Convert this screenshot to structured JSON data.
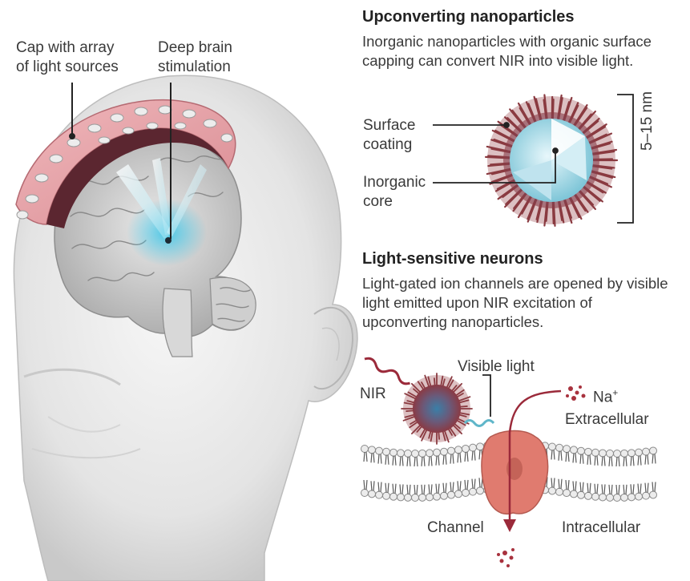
{
  "left": {
    "cap_label": "Cap with array\nof light sources",
    "dbs_label": "Deep brain\nstimulation"
  },
  "nano": {
    "title": "Upconverting nanoparticles",
    "description": "Inorganic nanoparticles with organic surface capping can convert NIR into visible light.",
    "surface_label": "Surface\ncoating",
    "core_label": "Inorganic\ncore",
    "size_label": "5–15 nm"
  },
  "neurons": {
    "title": "Light-sensitive neurons",
    "description": "Light-gated ion channels are opened by visible light emitted upon NIR excitation of upconverting nanoparticles.",
    "visible_label": "Visible light",
    "nir_label": "NIR",
    "na_label": "Na",
    "na_sup": "+",
    "extracellular_label": "Extracellular",
    "channel_label": "Channel",
    "intracellular_label": "Intracellular"
  },
  "colors": {
    "cap_pink": "#e6a3a8",
    "nir_red": "#9b2a3a",
    "visible_blue": "#5fb6c9",
    "channel_salmon": "#e07b6f"
  }
}
